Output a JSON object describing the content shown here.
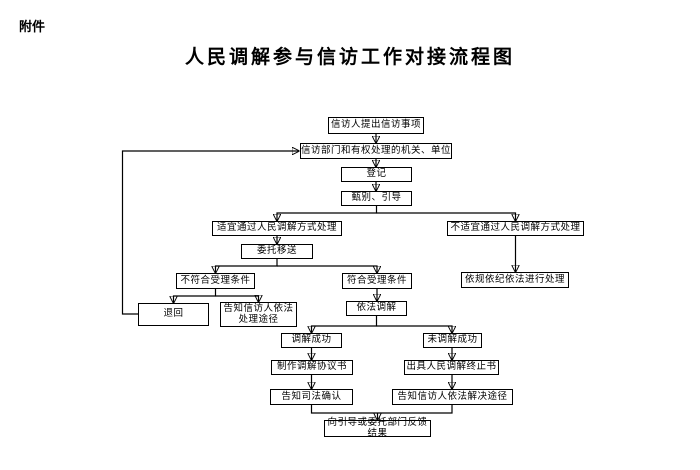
{
  "page": {
    "attachment_label": "附件",
    "title": "人民调解参与信访工作对接流程图"
  },
  "colors": {
    "background": "#ffffff",
    "line": "#000000",
    "box_border": "#000000",
    "text": "#000000"
  },
  "flowchart": {
    "nodes": [
      {
        "id": "petition-submit",
        "label": "信访人提出信访事项"
      },
      {
        "id": "petition-dept",
        "label": "信访部门和有权处理的机关、单位"
      },
      {
        "id": "register",
        "label": "登记"
      },
      {
        "id": "screen-guide",
        "label": "甄别、引导"
      },
      {
        "id": "suitable-mediation",
        "label": "适宜通过人民调解方式处理"
      },
      {
        "id": "unsuitable-mediation",
        "label": "不适宜通过人民调解方式处理"
      },
      {
        "id": "entrust-transfer",
        "label": "委托移送"
      },
      {
        "id": "not-meet-conditions",
        "label": "不符合受理条件"
      },
      {
        "id": "meet-conditions",
        "label": "符合受理条件"
      },
      {
        "id": "handle-by-law",
        "label": "依规依纪依法进行处理"
      },
      {
        "id": "return",
        "label": "退回"
      },
      {
        "id": "inform-handling-channel",
        "label": "告知信访人依法处理途径"
      },
      {
        "id": "mediate-by-law",
        "label": "依法调解"
      },
      {
        "id": "mediation-success",
        "label": "调解成功"
      },
      {
        "id": "mediation-fail",
        "label": "未调解成功"
      },
      {
        "id": "make-agreement",
        "label": "制作调解协议书"
      },
      {
        "id": "issue-termination",
        "label": "出具人民调解终止书"
      },
      {
        "id": "inform-judicial-confirm",
        "label": "告知司法确认"
      },
      {
        "id": "inform-resolution-channel",
        "label": "告知信访人依法解决途径"
      },
      {
        "id": "feedback-result",
        "label": "向引导或委托部门反馈结果"
      }
    ],
    "edges": [
      {
        "from": "petition-submit",
        "to": "petition-dept"
      },
      {
        "from": "petition-dept",
        "to": "register"
      },
      {
        "from": "register",
        "to": "screen-guide"
      },
      {
        "from": "screen-guide",
        "to": "suitable-mediation"
      },
      {
        "from": "screen-guide",
        "to": "unsuitable-mediation"
      },
      {
        "from": "suitable-mediation",
        "to": "entrust-transfer"
      },
      {
        "from": "unsuitable-mediation",
        "to": "handle-by-law"
      },
      {
        "from": "entrust-transfer",
        "to": "not-meet-conditions"
      },
      {
        "from": "entrust-transfer",
        "to": "meet-conditions"
      },
      {
        "from": "not-meet-conditions",
        "to": "return"
      },
      {
        "from": "not-meet-conditions",
        "to": "inform-handling-channel"
      },
      {
        "from": "meet-conditions",
        "to": "mediate-by-law"
      },
      {
        "from": "mediate-by-law",
        "to": "mediation-success"
      },
      {
        "from": "mediate-by-law",
        "to": "mediation-fail"
      },
      {
        "from": "mediation-success",
        "to": "make-agreement"
      },
      {
        "from": "mediation-fail",
        "to": "issue-termination"
      },
      {
        "from": "make-agreement",
        "to": "inform-judicial-confirm"
      },
      {
        "from": "issue-termination",
        "to": "inform-resolution-channel"
      },
      {
        "from": "inform-judicial-confirm",
        "to": "feedback-result"
      },
      {
        "from": "inform-resolution-channel",
        "to": "feedback-result"
      },
      {
        "from": "return",
        "to": "petition-dept"
      }
    ]
  }
}
